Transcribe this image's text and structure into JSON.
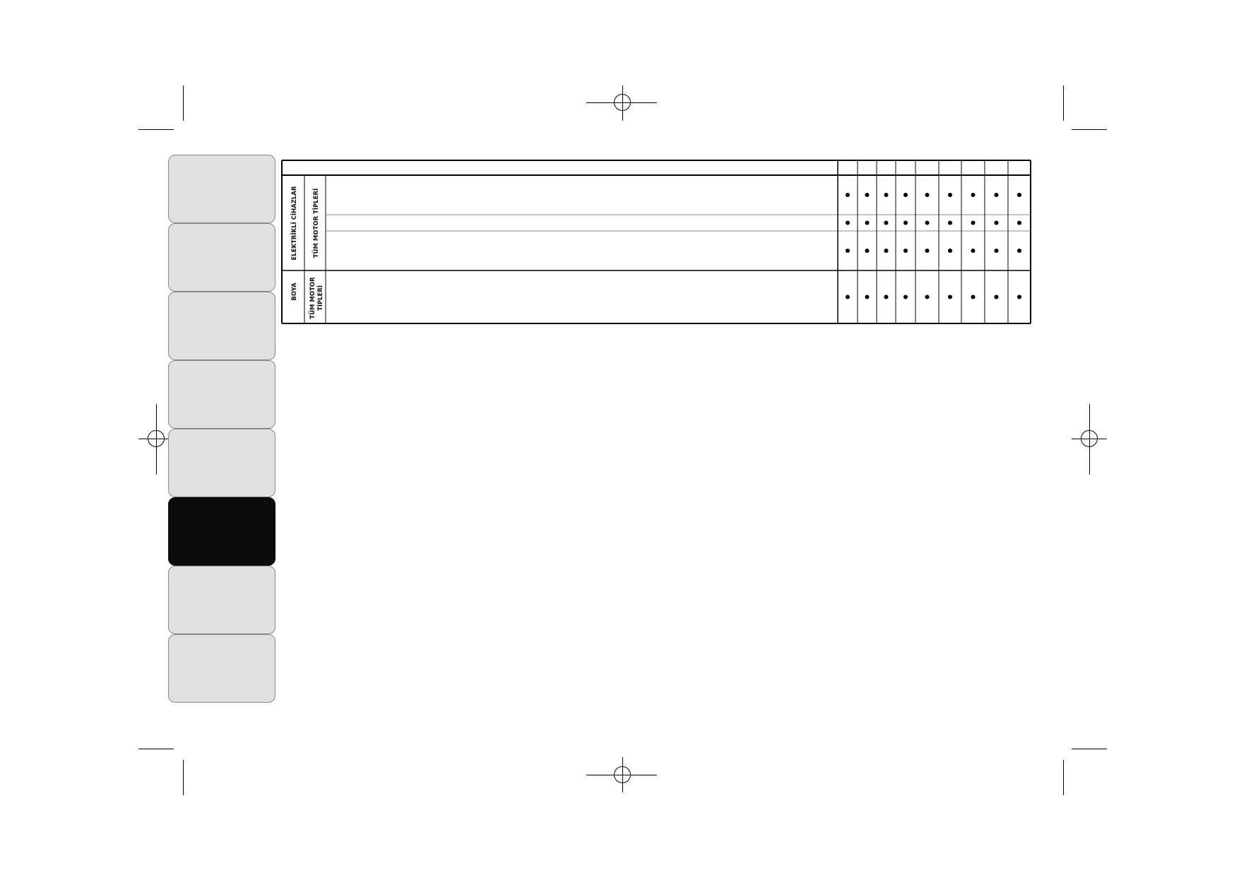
{
  "section_tabs": [
    {
      "active": false
    },
    {
      "active": false
    },
    {
      "active": false
    },
    {
      "active": false
    },
    {
      "active": false
    },
    {
      "active": true
    },
    {
      "active": false
    },
    {
      "active": false
    }
  ],
  "table": {
    "column_count": 9,
    "groups": [
      {
        "label": "ELEKTRİKLİ CİHAZLAR",
        "sublabel": "TÜM MOTOR TİPLERİ",
        "rows": [
          {
            "marks": [
              "•",
              "•",
              "•",
              "•",
              "•",
              "•",
              "•",
              "•",
              "•"
            ]
          },
          {
            "marks": [
              "•",
              "•",
              "•",
              "•",
              "•",
              "•",
              "•",
              "•",
              "•"
            ]
          },
          {
            "marks": [
              "•",
              "•",
              "•",
              "•",
              "•",
              "•",
              "•",
              "•",
              "•"
            ]
          }
        ]
      },
      {
        "label": "BOYA",
        "sublabel_line1": "TÜM MOTOR",
        "sublabel_line2": "TİPLERİ",
        "rows": [
          {
            "marks": [
              "•",
              "•",
              "•",
              "•",
              "•",
              "•",
              "•",
              "•",
              "•"
            ]
          }
        ]
      }
    ]
  }
}
